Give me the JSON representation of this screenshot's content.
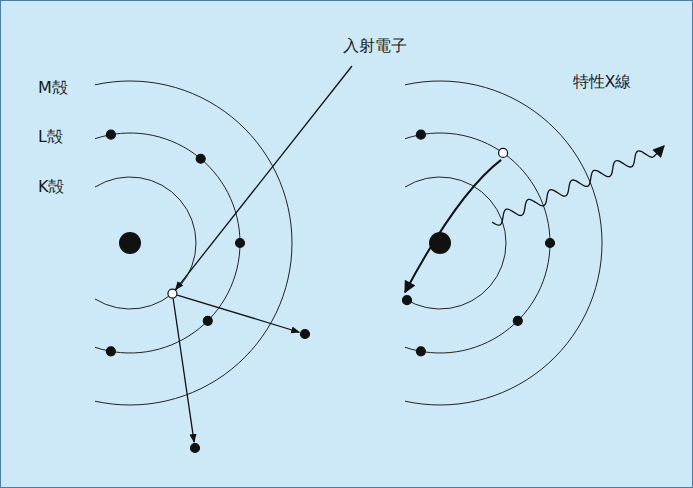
{
  "diagram": {
    "labels": [
      "M殻",
      "L殻",
      "K殻",
      "入射電子",
      "特性X線"
    ]
  }
}
